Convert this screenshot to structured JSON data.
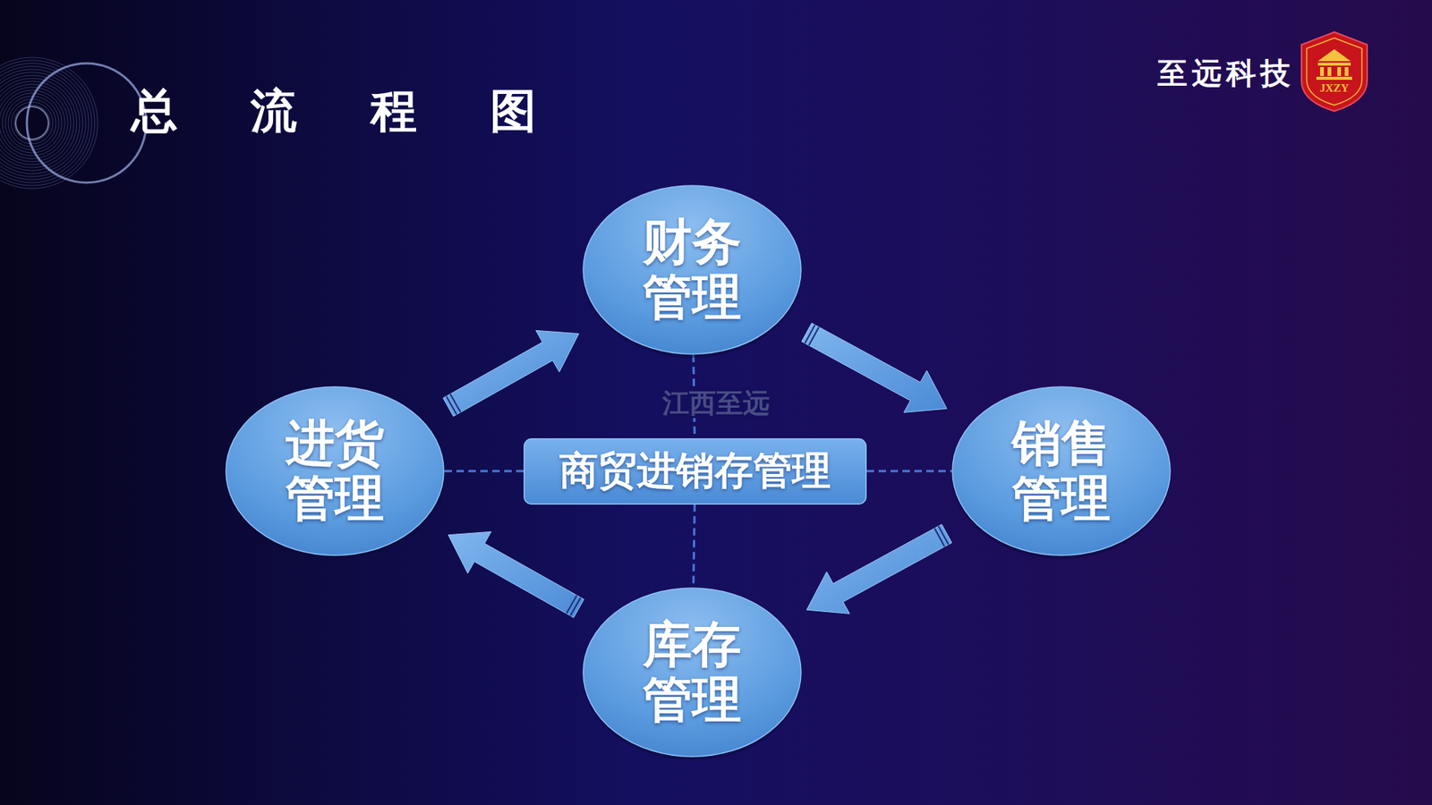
{
  "diagram": {
    "title": "总 流 程 图",
    "nodes": [
      {
        "text": [
          "财务 管理"
        ]
      },
      {
        "text": [
          "进货 管理"
        ]
      },
      {
        "text": [
          "商贸进销存管理"
        ]
      },
      {
        "text": [
          "销售 管理"
        ]
      },
      {
        "text": [
          "库存 管理"
        ]
      }
    ],
    "edges": [
      {
        "from": 1,
        "to": 0,
        "arrow": "to"
      },
      {
        "from": 0,
        "to": 3,
        "arrow": "to"
      },
      {
        "from": 3,
        "to": 4,
        "arrow": "to"
      },
      {
        "from": 4,
        "to": 1,
        "arrow": "to"
      },
      {
        "from": 0,
        "to": 2,
        "arrow": "none"
      },
      {
        "from": 1,
        "to": 2,
        "arrow": "none"
      },
      {
        "from": 2,
        "to": 3,
        "arrow": "none"
      },
      {
        "from": 2,
        "to": 4,
        "arrow": "none"
      }
    ],
    "labels": [
      "至远科技",
      "JXZY",
      "江西至远"
    ]
  }
}
